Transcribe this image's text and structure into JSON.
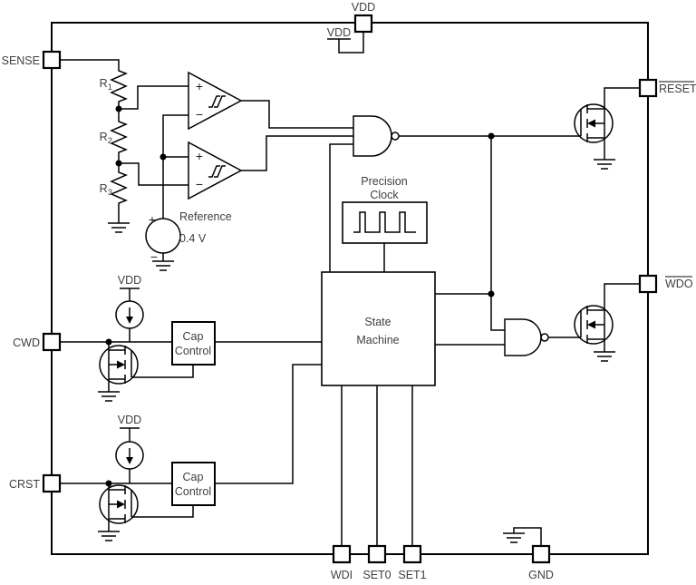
{
  "pins": {
    "vdd": "VDD",
    "sense": "SENSE",
    "cwd": "CWD",
    "crst": "CRST",
    "reset": "RESET",
    "wdo": "WDO",
    "wdi": "WDI",
    "set0": "SET0",
    "set1": "SET1",
    "gnd": "GND"
  },
  "supplies": {
    "top": "VDD",
    "cwd": "VDD",
    "crst": "VDD"
  },
  "resistors": [
    {
      "base": "R",
      "sub": "1"
    },
    {
      "base": "R",
      "sub": "2"
    },
    {
      "base": "R",
      "sub": "3"
    }
  ],
  "reference": {
    "label": "Reference",
    "value": "0.4 V",
    "plus": "+",
    "minus": "−"
  },
  "comparators": [
    {
      "plus": "+",
      "minus": "−"
    },
    {
      "plus": "+",
      "minus": "−"
    }
  ],
  "blocks": {
    "precision_clock": {
      "line1": "Precision",
      "line2": "Clock"
    },
    "state_machine": {
      "line1": "State",
      "line2": "Machine"
    },
    "cap_control_cwd": {
      "line1": "Cap",
      "line2": "Control"
    },
    "cap_control_crst": {
      "line1": "Cap",
      "line2": "Control"
    }
  },
  "colors": {
    "line": "#000000",
    "text": "#3f3f3f",
    "background": "#ffffff"
  }
}
